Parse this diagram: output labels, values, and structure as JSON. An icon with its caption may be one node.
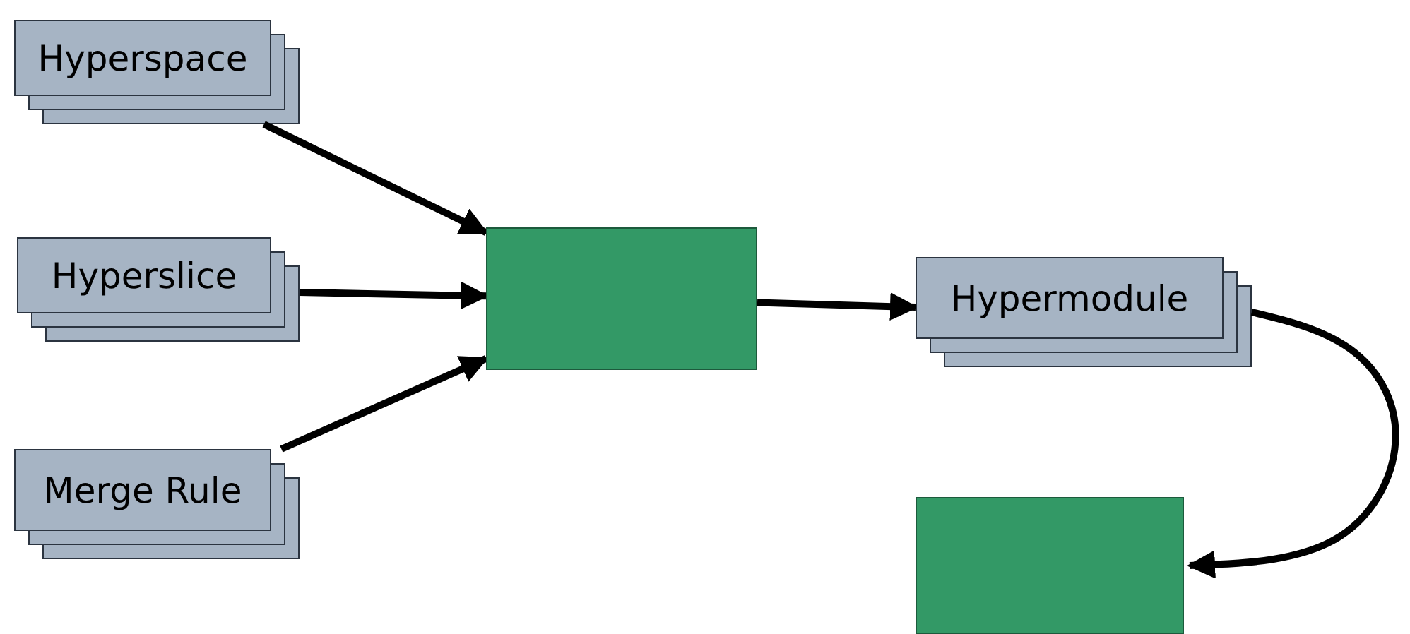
{
  "diagram": {
    "nodes": [
      {
        "text": [
          "Hyperspace"
        ]
      },
      {
        "text": [
          "Hyperslice"
        ]
      },
      {
        "text": [
          "Merge Rule"
        ]
      },
      {
        "text": [],
        "shape": "box"
      },
      {
        "text": [
          "Hypermodule"
        ]
      },
      {
        "text": [],
        "shape": "box"
      }
    ],
    "edges": [
      {
        "from": 0,
        "to": 3,
        "arrow": "to"
      },
      {
        "from": 1,
        "to": 3,
        "arrow": "to"
      },
      {
        "from": 2,
        "to": 3,
        "arrow": "to"
      },
      {
        "from": 3,
        "to": 4,
        "arrow": "to"
      },
      {
        "from": 4,
        "to": 5,
        "arrow": "to"
      }
    ]
  }
}
